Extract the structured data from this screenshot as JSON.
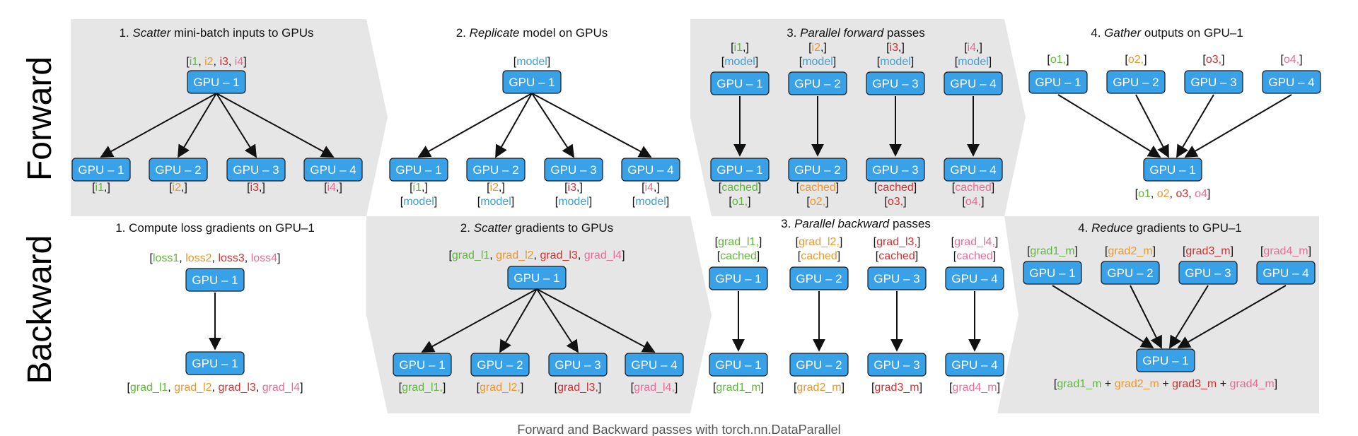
{
  "row_labels": {
    "forward": "Forward",
    "backward": "Backward"
  },
  "caption": "Forward and Backward passes with torch.nn.DataParallel",
  "colors": {
    "band": "#e6e6e6",
    "gpu_box": "#38a1e8",
    "green": "#5fb83b",
    "orange": "#f0962a",
    "red": "#d32f2f",
    "pink": "#ec6b9a",
    "blue": "#3ea0d8",
    "text": "#111111"
  },
  "gpu_labels": [
    "GPU – 1",
    "GPU – 2",
    "GPU – 3",
    "GPU – 4"
  ],
  "forward": [
    {
      "step": "1. ",
      "verb": "Scatter",
      "rest": " mini-batch inputs to GPUs",
      "source_label": [
        [
          "[",
          "black"
        ],
        [
          "i1",
          "green"
        ],
        [
          ", ",
          "black"
        ],
        [
          "i2",
          "orange"
        ],
        [
          ", ",
          "black"
        ],
        [
          "i3",
          "red"
        ],
        [
          ", ",
          "black"
        ],
        [
          "i4",
          "pink"
        ],
        [
          "]",
          "black"
        ]
      ],
      "targets": [
        [
          [
            [
              "[",
              "black"
            ],
            [
              "i1",
              "green"
            ],
            [
              ",]",
              "black"
            ]
          ]
        ],
        [
          [
            [
              "[",
              "black"
            ],
            [
              "i2",
              "orange"
            ],
            [
              ",]",
              "black"
            ]
          ]
        ],
        [
          [
            [
              "[",
              "black"
            ],
            [
              "i3",
              "red"
            ],
            [
              ",]",
              "black"
            ]
          ]
        ],
        [
          [
            [
              "[",
              "black"
            ],
            [
              "i4",
              "pink"
            ],
            [
              ",]",
              "black"
            ]
          ]
        ]
      ]
    },
    {
      "step": "2. ",
      "verb": "Replicate",
      "rest": " model on GPUs",
      "source_label": [
        [
          "[",
          "black"
        ],
        [
          "model",
          "blue"
        ],
        [
          "]",
          "black"
        ]
      ],
      "targets": [
        [
          [
            [
              "[",
              "black"
            ],
            [
              "i1",
              "green"
            ],
            [
              ",]",
              "black"
            ]
          ],
          [
            [
              "[",
              "black"
            ],
            [
              "model",
              "blue"
            ],
            [
              "]",
              "black"
            ]
          ]
        ],
        [
          [
            [
              "[",
              "black"
            ],
            [
              "i2",
              "orange"
            ],
            [
              ",]",
              "black"
            ]
          ],
          [
            [
              "[",
              "black"
            ],
            [
              "model",
              "blue"
            ],
            [
              "]",
              "black"
            ]
          ]
        ],
        [
          [
            [
              "[",
              "black"
            ],
            [
              "i3",
              "red"
            ],
            [
              ",]",
              "black"
            ]
          ],
          [
            [
              "[",
              "black"
            ],
            [
              "model",
              "blue"
            ],
            [
              "]",
              "black"
            ]
          ]
        ],
        [
          [
            [
              "[",
              "black"
            ],
            [
              "i4",
              "pink"
            ],
            [
              ",]",
              "black"
            ]
          ],
          [
            [
              "[",
              "black"
            ],
            [
              "model",
              "blue"
            ],
            [
              "]",
              "black"
            ]
          ]
        ]
      ]
    },
    {
      "step": "3. ",
      "verb": "Parallel forward",
      "rest": " passes",
      "tops": [
        [
          [
            [
              "[",
              "black"
            ],
            [
              "i1",
              "green"
            ],
            [
              ",]",
              "black"
            ]
          ],
          [
            [
              "[",
              "black"
            ],
            [
              "model",
              "blue"
            ],
            [
              "]",
              "black"
            ]
          ]
        ],
        [
          [
            [
              "[",
              "black"
            ],
            [
              "i2",
              "orange"
            ],
            [
              ",]",
              "black"
            ]
          ],
          [
            [
              "[",
              "black"
            ],
            [
              "model",
              "blue"
            ],
            [
              "]",
              "black"
            ]
          ]
        ],
        [
          [
            [
              "[",
              "black"
            ],
            [
              "i3",
              "red"
            ],
            [
              ",]",
              "black"
            ]
          ],
          [
            [
              "[",
              "black"
            ],
            [
              "model",
              "blue"
            ],
            [
              "]",
              "black"
            ]
          ]
        ],
        [
          [
            [
              "[",
              "black"
            ],
            [
              "i4",
              "pink"
            ],
            [
              ",]",
              "black"
            ]
          ],
          [
            [
              "[",
              "black"
            ],
            [
              "model",
              "blue"
            ],
            [
              "]",
              "black"
            ]
          ]
        ]
      ],
      "bottoms": [
        [
          [
            [
              "[",
              "black"
            ],
            [
              "cached",
              "green"
            ],
            [
              "]",
              "black"
            ]
          ],
          [
            [
              "[",
              "black"
            ],
            [
              "o1,",
              "green"
            ],
            [
              "]",
              "black"
            ]
          ]
        ],
        [
          [
            [
              "[",
              "black"
            ],
            [
              "cached",
              "orange"
            ],
            [
              "]",
              "black"
            ]
          ],
          [
            [
              "[",
              "black"
            ],
            [
              "o2,",
              "orange"
            ],
            [
              "]",
              "black"
            ]
          ]
        ],
        [
          [
            [
              "[",
              "black"
            ],
            [
              "cached",
              "red"
            ],
            [
              "]",
              "black"
            ]
          ],
          [
            [
              "[",
              "black"
            ],
            [
              "o3,",
              "red"
            ],
            [
              "]",
              "black"
            ]
          ]
        ],
        [
          [
            [
              "[",
              "black"
            ],
            [
              "cached",
              "pink"
            ],
            [
              "]",
              "black"
            ]
          ],
          [
            [
              "[",
              "black"
            ],
            [
              "o4,",
              "pink"
            ],
            [
              "]",
              "black"
            ]
          ]
        ]
      ]
    },
    {
      "step": "4. ",
      "verb": "Gather",
      "rest": " outputs on GPU–1",
      "sources": [
        [
          [
            [
              "[",
              "black"
            ],
            [
              "o1,",
              "green"
            ],
            [
              "]",
              "black"
            ]
          ]
        ],
        [
          [
            [
              "[",
              "black"
            ],
            [
              "o2,",
              "orange"
            ],
            [
              "]",
              "black"
            ]
          ]
        ],
        [
          [
            [
              "[",
              "black"
            ],
            [
              "o3,",
              "red"
            ],
            [
              "]",
              "black"
            ]
          ]
        ],
        [
          [
            [
              "[",
              "black"
            ],
            [
              "o4,",
              "pink"
            ],
            [
              "]",
              "black"
            ]
          ]
        ]
      ],
      "target_label": [
        [
          "[",
          "black"
        ],
        [
          "o1",
          "green"
        ],
        [
          ", ",
          "black"
        ],
        [
          "o2",
          "orange"
        ],
        [
          ", ",
          "black"
        ],
        [
          "o3",
          "red"
        ],
        [
          ", ",
          "black"
        ],
        [
          "o4",
          "pink"
        ],
        [
          "]",
          "black"
        ]
      ]
    }
  ],
  "backward": [
    {
      "step": "1. ",
      "verb": "",
      "rest": "Compute loss gradients on GPU–1",
      "source_label": [
        [
          "[",
          "black"
        ],
        [
          "loss1",
          "green"
        ],
        [
          ", ",
          "black"
        ],
        [
          "loss2",
          "orange"
        ],
        [
          ", ",
          "black"
        ],
        [
          "loss3",
          "red"
        ],
        [
          ", ",
          "black"
        ],
        [
          "loss4",
          "pink"
        ],
        [
          "]",
          "black"
        ]
      ],
      "target_label": [
        [
          "[",
          "black"
        ],
        [
          "grad_l1",
          "green"
        ],
        [
          ", ",
          "black"
        ],
        [
          "grad_l2",
          "orange"
        ],
        [
          ", ",
          "black"
        ],
        [
          "grad_l3",
          "red"
        ],
        [
          ", ",
          "black"
        ],
        [
          "grad_l4",
          "pink"
        ],
        [
          "]",
          "black"
        ]
      ]
    },
    {
      "step": "2. ",
      "verb": "Scatter",
      "rest": " gradients to GPUs",
      "source_label": [
        [
          "[",
          "black"
        ],
        [
          "grad_l1",
          "green"
        ],
        [
          ", ",
          "black"
        ],
        [
          "grad_l2",
          "orange"
        ],
        [
          ", ",
          "black"
        ],
        [
          "grad_l3",
          "red"
        ],
        [
          ", ",
          "black"
        ],
        [
          "grad_l4",
          "pink"
        ],
        [
          "]",
          "black"
        ]
      ],
      "targets": [
        [
          [
            [
              "[",
              "black"
            ],
            [
              "grad_l1,",
              "green"
            ],
            [
              "]",
              "black"
            ]
          ]
        ],
        [
          [
            [
              "[",
              "black"
            ],
            [
              "grad_l2,",
              "orange"
            ],
            [
              "]",
              "black"
            ]
          ]
        ],
        [
          [
            [
              "[",
              "black"
            ],
            [
              "grad_l3,",
              "red"
            ],
            [
              "]",
              "black"
            ]
          ]
        ],
        [
          [
            [
              "[",
              "black"
            ],
            [
              "grad_l4,",
              "pink"
            ],
            [
              "]",
              "black"
            ]
          ]
        ]
      ]
    },
    {
      "step": "3. ",
      "verb": "Parallel backward",
      "rest": " passes",
      "tops": [
        [
          [
            [
              "[",
              "black"
            ],
            [
              "grad_l1,",
              "green"
            ],
            [
              "]",
              "black"
            ]
          ],
          [
            [
              "[",
              "black"
            ],
            [
              "cached",
              "green"
            ],
            [
              "]",
              "black"
            ]
          ]
        ],
        [
          [
            [
              "[",
              "black"
            ],
            [
              "grad_l2,",
              "orange"
            ],
            [
              "]",
              "black"
            ]
          ],
          [
            [
              "[",
              "black"
            ],
            [
              "cached",
              "orange"
            ],
            [
              "]",
              "black"
            ]
          ]
        ],
        [
          [
            [
              "[",
              "black"
            ],
            [
              "grad_l3,",
              "red"
            ],
            [
              "]",
              "black"
            ]
          ],
          [
            [
              "[",
              "black"
            ],
            [
              "cached",
              "red"
            ],
            [
              "]",
              "black"
            ]
          ]
        ],
        [
          [
            [
              "[",
              "black"
            ],
            [
              "grad_l4,",
              "pink"
            ],
            [
              "]",
              "black"
            ]
          ],
          [
            [
              "[",
              "black"
            ],
            [
              "cached",
              "pink"
            ],
            [
              "]",
              "black"
            ]
          ]
        ]
      ],
      "bottoms": [
        [
          [
            [
              "[",
              "black"
            ],
            [
              "grad1_m",
              "green"
            ],
            [
              "]",
              "black"
            ]
          ]
        ],
        [
          [
            [
              "[",
              "black"
            ],
            [
              "grad2_m",
              "orange"
            ],
            [
              "]",
              "black"
            ]
          ]
        ],
        [
          [
            [
              "[",
              "black"
            ],
            [
              "grad3_m",
              "red"
            ],
            [
              "]",
              "black"
            ]
          ]
        ],
        [
          [
            [
              "[",
              "black"
            ],
            [
              "grad4_m",
              "pink"
            ],
            [
              "]",
              "black"
            ]
          ]
        ]
      ]
    },
    {
      "step": "4. ",
      "verb": "Reduce",
      "rest": " gradients to GPU–1",
      "sources": [
        [
          [
            [
              "[",
              "black"
            ],
            [
              "grad1_m",
              "green"
            ],
            [
              "]",
              "black"
            ]
          ]
        ],
        [
          [
            [
              "[",
              "black"
            ],
            [
              "grad2_m",
              "orange"
            ],
            [
              "]",
              "black"
            ]
          ]
        ],
        [
          [
            [
              "[",
              "black"
            ],
            [
              "grad3_m",
              "red"
            ],
            [
              "]",
              "black"
            ]
          ]
        ],
        [
          [
            [
              "[",
              "black"
            ],
            [
              "grad4_m",
              "pink"
            ],
            [
              "]",
              "black"
            ]
          ]
        ]
      ],
      "target_label": [
        [
          "[",
          "black"
        ],
        [
          "grad1_m",
          "green"
        ],
        [
          " + ",
          "black"
        ],
        [
          "grad2_m",
          "orange"
        ],
        [
          " + ",
          "black"
        ],
        [
          "grad3_m",
          "red"
        ],
        [
          " + ",
          "black"
        ],
        [
          "grad4_m",
          "pink"
        ],
        [
          "]",
          "black"
        ]
      ]
    }
  ]
}
